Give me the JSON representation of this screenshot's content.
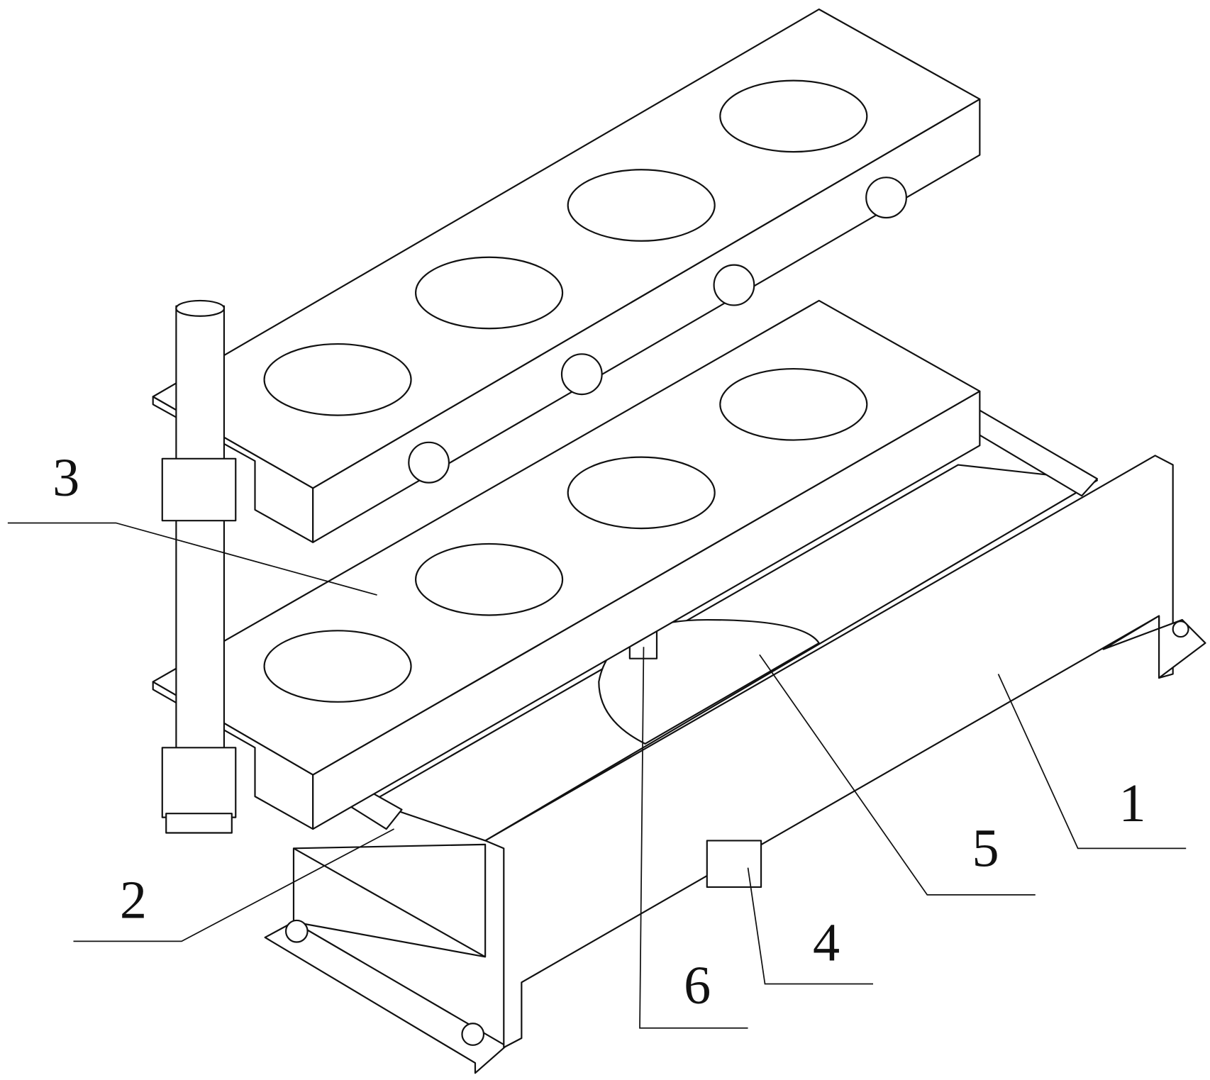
{
  "figure": {
    "labels": {
      "l1": "1",
      "l2": "2",
      "l3": "3",
      "l4": "4",
      "l5": "5",
      "l6": "6"
    },
    "line_color": "#111111",
    "background": "#ffffff"
  }
}
